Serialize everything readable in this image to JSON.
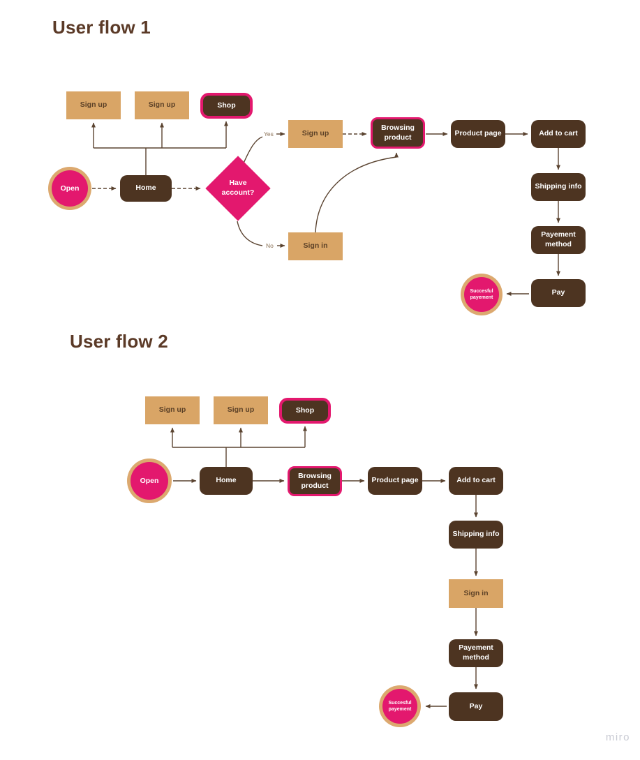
{
  "watermark": "miro",
  "colors": {
    "tan": "#D9A566",
    "brown": "#4D3421",
    "pink": "#E3186E",
    "ring": "#DCA96F",
    "edge": "#5A4330",
    "title_text": "#5B3A27",
    "tan_text": "#5C4127",
    "small_label_text": "#8C7358",
    "watermark_text": "#C8CAD3"
  },
  "flow1": {
    "title": "User flow 1",
    "signup_top_left": "Sign up",
    "signup_top_mid": "Sign up",
    "shop": "Shop",
    "open": "Open",
    "home": "Home",
    "decision": "Have account?",
    "yes": "Yes",
    "no": "No",
    "signup": "Sign up",
    "signin": "Sign in",
    "browsing": "Browsing product",
    "product": "Product page",
    "add_to_cart": "Add to cart",
    "shipping": "Shipping info",
    "payment": "Payement method",
    "pay": "Pay",
    "success": "Succesful payement"
  },
  "flow2": {
    "title": "User flow 2",
    "signup_top_left": "Sign up",
    "signup_top_mid": "Sign up",
    "shop": "Shop",
    "open": "Open",
    "home": "Home",
    "browsing": "Browsing product",
    "product": "Product page",
    "add_to_cart": "Add to cart",
    "shipping": "Shipping info",
    "signin": "Sign in",
    "payment": "Payement method",
    "pay": "Pay",
    "success": "Succesful payement"
  }
}
